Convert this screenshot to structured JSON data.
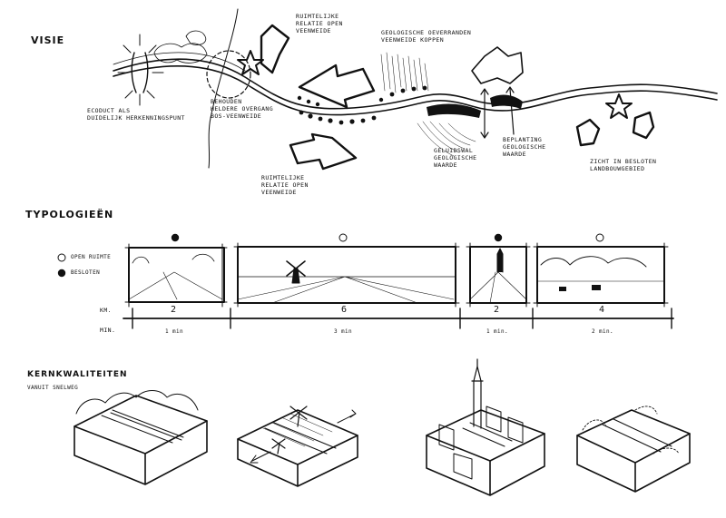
{
  "sections": {
    "visie": "VISIE",
    "typologieen": "TYPOLOGIEËN",
    "kernkwaliteiten": "KERNKWALITEITEN",
    "kern_sub": "VANUIT SNELWEG"
  },
  "visie_labels": {
    "ecoduct": "ECODUCT ALS\nDUIDELIJK HERKENNINGSPUNT",
    "behouden": "BEHOUDEN\nHELDERE OVERGANG\nBOS-VEENWEIDE",
    "ruimtelijk_top": "RUIMTELIJKE\nRELATIE OPEN\nVEENWEIDE",
    "ruimtelijk_bottom": "RUIMTELIJKE\nRELATIE OPEN\nVEENWEIDE",
    "geologische": "GEOLOGISCHE OEVERRANDEN\nVEENWEIDE KOPPEN",
    "geluidswal": "GELUIDSWAL\nGEOLOGISCHE\nWAARDE",
    "beplanting": "BEPLANTING\nGEOLOGISCHE\nWAARDE",
    "zicht": "ZICHT IN BESLOTEN\nLANDBOUWGEBIED"
  },
  "legend": {
    "open": "OPEN RUIMTE",
    "besloten": "BESLOTEN"
  },
  "scale": {
    "km_label": "KM.",
    "min_label": "MIN.",
    "km_values": [
      "2",
      "6",
      "2",
      "4"
    ],
    "min_values": [
      "1 min",
      "3 min",
      "1 min.",
      "2 min."
    ]
  },
  "typologies": [
    {
      "marker": "besloten"
    },
    {
      "marker": "open"
    },
    {
      "marker": "besloten"
    },
    {
      "marker": "open"
    }
  ],
  "icons": [
    "ecoduct-icon",
    "star-icon",
    "arrow-icon",
    "windmill-icon",
    "church-tower-icon",
    "cow-icon"
  ]
}
